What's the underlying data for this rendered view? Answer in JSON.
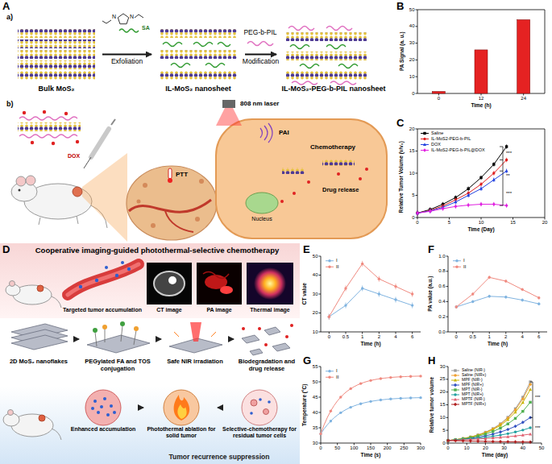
{
  "diagram": {
    "nodes": [
      {
        "text": [
          "Bulk MoS₂"
        ]
      },
      {
        "text": [
          "IL-MoS₂ nanosheet"
        ]
      },
      {
        "text": [
          "IL-MoS₂-PEG-b-PIL nanosheet"
        ]
      },
      {
        "text": [
          "2D MoS₂ nanoflakes"
        ]
      },
      {
        "text": [
          "PEGylated FA and TOS conjugation"
        ]
      },
      {
        "text": [
          "Safe NIR irradiation"
        ]
      },
      {
        "text": [
          "Biodegradation and drug release"
        ]
      },
      {
        "text": [
          "Enhanced accumulation"
        ]
      },
      {
        "text": [
          "Photothermal ablation for solid tumor"
        ]
      },
      {
        "text": [
          "Selective-chemotherapy for residual tumor cells"
        ]
      }
    ],
    "edges": [
      {
        "from": 0,
        "to": 1,
        "arrow": "to",
        "label": "Exfoliation"
      },
      {
        "from": 1,
        "to": 2,
        "arrow": "to",
        "label": "Modification"
      },
      {
        "from": 3,
        "to": 4,
        "arrow": "to"
      },
      {
        "from": 4,
        "to": 5,
        "arrow": "to"
      },
      {
        "from": 5,
        "to": 6,
        "arrow": "to"
      },
      {
        "from": 7,
        "to": 8,
        "arrow": "to"
      },
      {
        "from": 8,
        "to": 9,
        "arrow": "to"
      }
    ],
    "labels": [
      "A",
      "a)",
      "N",
      "N",
      "SA",
      "PEG-b-PIL",
      "b)",
      "DOX",
      "808 nm laser",
      "PAI",
      "PTT",
      "Chemotherapy",
      "Drug release",
      "Nucleus",
      "B",
      "PA Signal (a. u.)",
      "Time (h)",
      "0",
      "10",
      "20",
      "30",
      "40",
      "50",
      "0",
      "12",
      "24",
      "C",
      "Relative Tumor Volume (v/v₀)",
      "Time (Day)",
      "0",
      "5",
      "10",
      "15",
      "20",
      "0",
      "5",
      "10",
      "15",
      "20",
      "***",
      "**",
      "***",
      "D",
      "Cooperative imaging-guided photothermal-selective chemotherapy",
      "Targeted tumor accumulation",
      "CT image",
      "PA image",
      "Thermal image",
      "Tumor recurrence suppression",
      "E",
      "CT value",
      "Time (h)",
      "10",
      "20",
      "30",
      "40",
      "50",
      "0",
      "0.5",
      "1",
      "2",
      "4",
      "6",
      "F",
      "PA value (a.u.)",
      "Time (h)",
      "0.0",
      "0.2",
      "0.4",
      "0.6",
      "0.8",
      "1.0",
      "0",
      "0.5",
      "1",
      "2",
      "4",
      "6",
      "G",
      "Temperature (°C)",
      "Time (s)",
      "30",
      "35",
      "40",
      "45",
      "50",
      "55",
      "0",
      "50",
      "100",
      "150",
      "200",
      "250",
      "300",
      "H",
      "Relative tumor volume",
      "Time (day)",
      "0",
      "5",
      "10",
      "15",
      "20",
      "25",
      "30",
      "0",
      "10",
      "20",
      "30",
      "40",
      "50",
      "***",
      "***"
    ],
    "legend": [
      {
        "text": "Saline"
      },
      {
        "text": "IL-MoS2-PEG-b-PIL"
      },
      {
        "text": "DOX"
      },
      {
        "text": "IL-MoS2-PEG-b-PIL@DOX"
      },
      {
        "text": "I"
      },
      {
        "text": "II"
      },
      {
        "text": "I"
      },
      {
        "text": "II"
      },
      {
        "text": "I"
      },
      {
        "text": "II"
      },
      {
        "text": "Saline (NIR-)"
      },
      {
        "text": "Saline (NIR+)"
      },
      {
        "text": "MPF (NIR-)"
      },
      {
        "text": "MPF (NIR+)"
      },
      {
        "text": "MPT (NIR-)"
      },
      {
        "text": "MPT (NIR+)"
      },
      {
        "text": "MPTF (NIR-)"
      },
      {
        "text": "MPTF (NIR+)"
      }
    ]
  }
}
